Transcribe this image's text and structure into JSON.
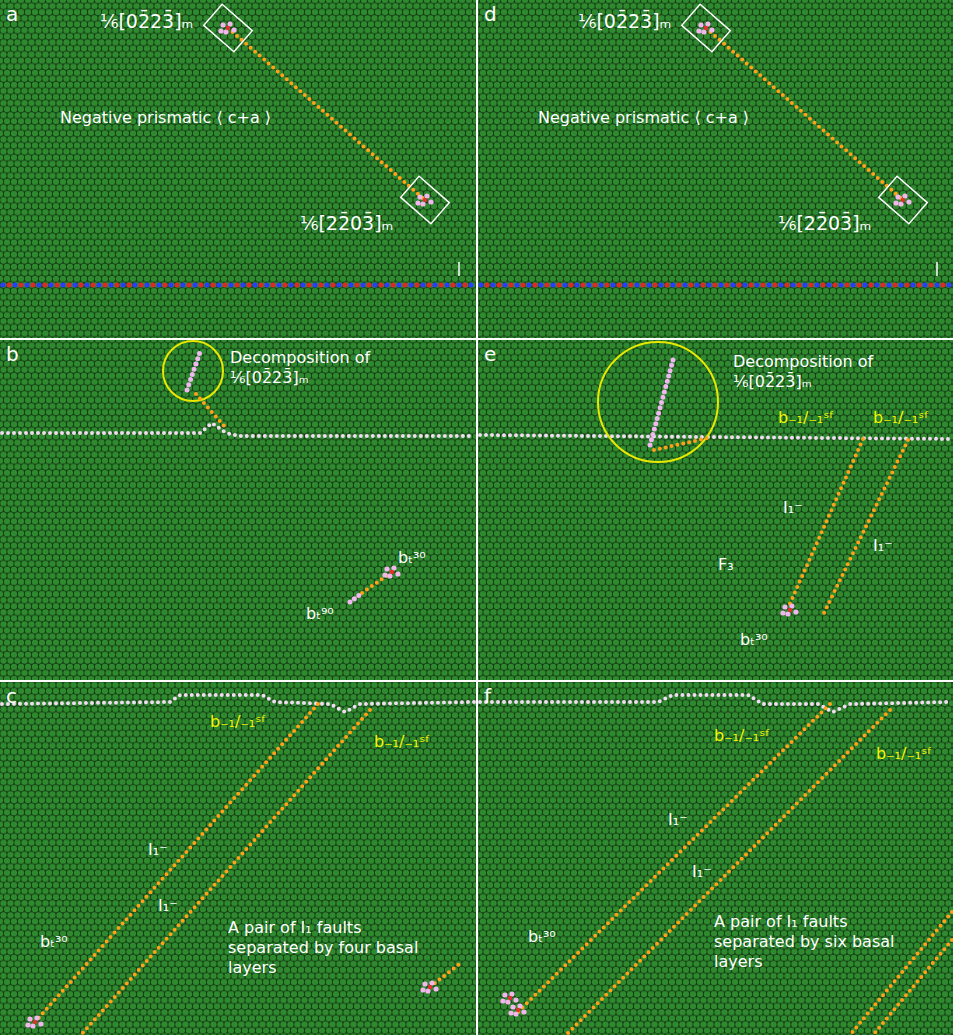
{
  "diagram": {
    "nodes": [
      {
        "text": [
          "a",
          "⅙[02̄23̄]ₘ",
          "Negative prismatic ⟨ c+a ⟩",
          "⅙[22̄03̄]ₘ"
        ]
      },
      {
        "text": [
          "d",
          "⅙[02̄23̄]ₘ",
          "Negative prismatic ⟨ c+a ⟩",
          "⅙[22̄03̄]ₘ"
        ]
      },
      {
        "text": [
          "b",
          "Decomposition of ⅙[02̄23̄]ₘ",
          "bₜ³⁰",
          "bₜ⁹⁰"
        ]
      },
      {
        "text": [
          "e",
          "Decomposition of ⅙[02̄23̄]ₘ",
          "b₋₁/₋₁ˢᶠ",
          "b₋₁/₋₁ˢᶠ",
          "F₃",
          "I₁⁻",
          "I₁⁻",
          "bₜ³⁰"
        ]
      },
      {
        "text": [
          "c",
          "b₋₁/₋₁ˢᶠ",
          "b₋₁/₋₁ˢᶠ",
          "I₁⁻",
          "I₁⁻",
          "bₜ³⁰",
          "A pair of I₁ faults separated by four basal layers"
        ]
      },
      {
        "text": [
          "f",
          "b₋₁/₋₁ˢᶠ",
          "b₋₁/₋₁ˢᶠ",
          "I₁⁻",
          "I₁⁻",
          "A pair of I₁ faults separated by six basal layers",
          "bₜ³⁰"
        ]
      }
    ]
  }
}
